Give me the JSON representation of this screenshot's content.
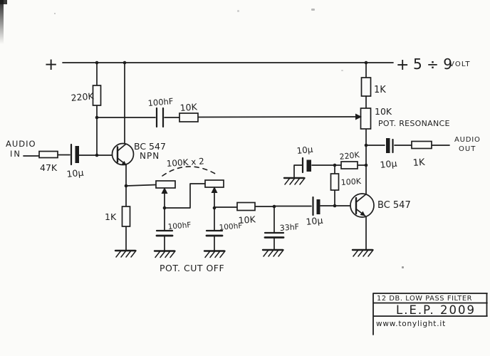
{
  "appearance": {
    "ink": "#1d1d1d",
    "paper": "#fbfbf9"
  },
  "power": {
    "terminal_plus": "+",
    "rail_plus": "+",
    "range": "5 ÷ 9",
    "unit": "VOLT"
  },
  "io": {
    "in_line1": "AUDIO",
    "in_line2": "IN",
    "out_line1": "AUDIO",
    "out_line2": "OUT"
  },
  "components": {
    "r_input": "47K",
    "c_input": "10µ",
    "r_bias": "220K",
    "q1": "BC 547",
    "q1_type": "NPN",
    "r_emitter": "1K",
    "c_couple": "100hF",
    "r_couple": "10K",
    "pots_value": "100K x 2",
    "cutoff_caption": "POT. CUT OFF",
    "c_cut1": "100hF",
    "c_cut2": "100hF",
    "r_mix": "10K",
    "c_mix": "33hF",
    "c_base2": "10µ",
    "c_bypass": "10µ",
    "r_fb": "220K",
    "r_base2": "100K",
    "q2": "BC 547",
    "r_load": "1K",
    "pot_res": "10K",
    "pot_res_caption": "POT. RESONANCE",
    "c_out": "10µ",
    "r_out": "1K"
  },
  "title_block": {
    "row1": "12 DB. LOW PASS FILTER",
    "row2": "L.E.P. 2009",
    "row3": "www.tonylight.it"
  }
}
